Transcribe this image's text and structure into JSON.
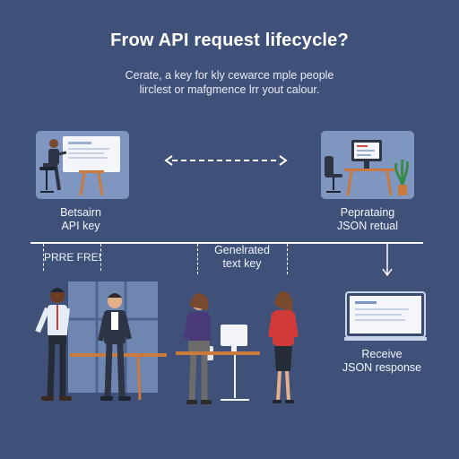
{
  "title": "Frow API request lifecycle?",
  "subtitle": {
    "line1": "Cerate, a key for kly cewarce mple people",
    "line2": "lirclest or mafgmence lrr yout calour."
  },
  "steps": {
    "obtain": {
      "line1": "Betsairn",
      "line2": "API key"
    },
    "preparing": {
      "line1": "Peprataing",
      "line2": "JSON retual"
    },
    "prre": {
      "label": "PRRE FRE!"
    },
    "generated": {
      "line1": "Genelrated",
      "line2": "text key"
    },
    "receive": {
      "line1": "Receive",
      "line2": "JSON response"
    }
  },
  "colors": {
    "background": "#3f5178",
    "panel": "#7f97c0",
    "desk": "#c97a3c",
    "white": "#ffffff"
  }
}
